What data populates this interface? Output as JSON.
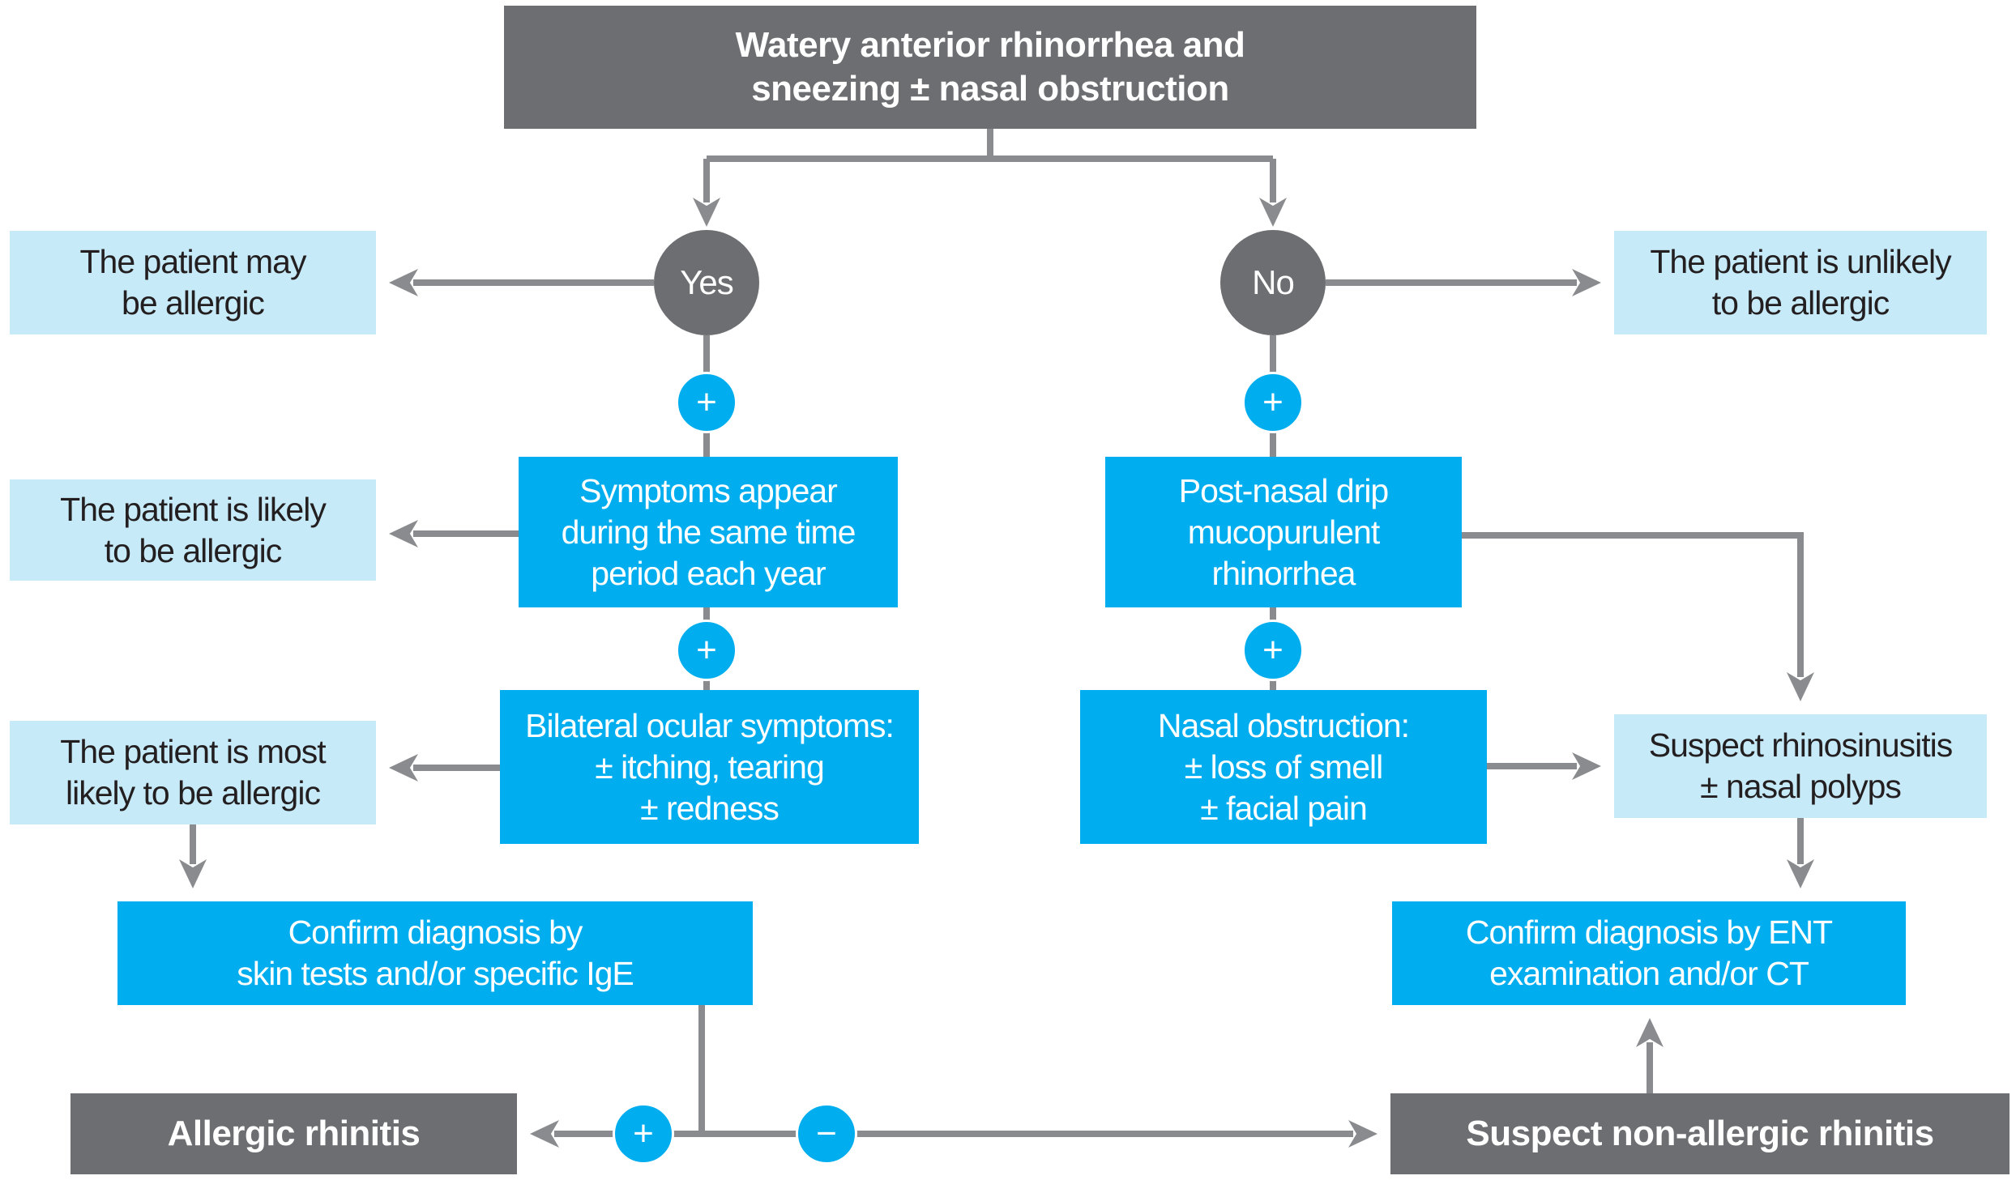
{
  "boxes": {
    "top": "Watery anterior rhinorrhea and\nsneezing ± nasal obstruction",
    "may_allergic": "The patient may\nbe allergic",
    "unlikely_allergic": "The patient is unlikely\nto be allergic",
    "likely_allergic": "The patient is likely\nto be allergic",
    "same_time": "Symptoms appear\nduring the same time\nperiod each year",
    "post_nasal": "Post-nasal drip\nmucopurulent\nrhinorrhea",
    "most_likely": "The patient is most\nlikely to be allergic",
    "ocular": "Bilateral ocular symptoms:\n± itching, tearing\n± redness",
    "nasal_obstruction": "Nasal obstruction:\n± loss of smell\n± facial pain",
    "rhinosinusitis": "Suspect rhinosinusitis\n± nasal polyps",
    "confirm_ige": "Confirm diagnosis by\nskin tests and/or specific IgE",
    "confirm_ent": "Confirm diagnosis by ENT\nexamination and/or CT",
    "allergic_rhinitis": "Allergic rhinitis",
    "non_allergic": "Suspect non-allergic rhinitis"
  },
  "decisions": {
    "yes": "Yes",
    "no": "No"
  },
  "operators": {
    "plus": "+",
    "minus": "−"
  },
  "colors": {
    "dark_box": "#6d6e71",
    "blue_box": "#00aeef",
    "light_box": "#c7eaf8",
    "connector": "#8a8b8e"
  }
}
